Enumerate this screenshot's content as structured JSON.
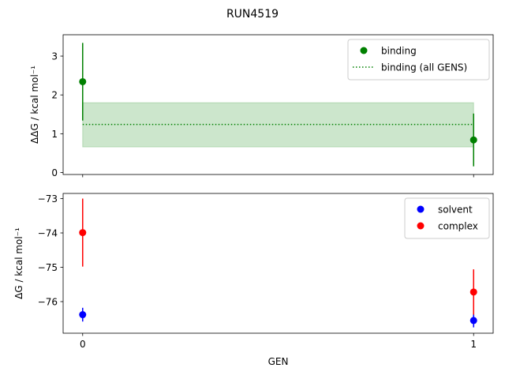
{
  "figure_title": "RUN4519",
  "chart_data": [
    {
      "type": "scatter",
      "panel": "top",
      "xlabel": "",
      "ylabel": "ΔΔG / kcal mol⁻¹",
      "xlim": [
        -0.05,
        1.05
      ],
      "ylim": [
        -0.05,
        3.55
      ],
      "yticks": [
        0,
        1,
        2,
        3
      ],
      "xticks": [
        0,
        1
      ],
      "xtick_labels_visible": false,
      "grid": false,
      "legend_position": "top-right",
      "series": [
        {
          "name": "binding",
          "kind": "points",
          "color": "#008000",
          "x": [
            0,
            1
          ],
          "y": [
            2.34,
            0.84
          ],
          "yerr": [
            1.0,
            0.68
          ]
        },
        {
          "name": "binding (all GENS)",
          "kind": "hline-dotted",
          "color": "#008000",
          "x": [
            0,
            1
          ],
          "y": 1.24,
          "band": [
            0.66,
            1.8
          ],
          "band_color": "#008000"
        }
      ]
    },
    {
      "type": "scatter",
      "panel": "bottom",
      "xlabel": "GEN",
      "ylabel": "ΔG / kcal mol⁻¹",
      "xlim": [
        -0.05,
        1.05
      ],
      "ylim": [
        -76.92,
        -72.85
      ],
      "yticks": [
        -76,
        -75,
        -74,
        -73
      ],
      "ytick_labels": [
        "−76",
        "−75",
        "−74",
        "−73"
      ],
      "xticks": [
        0,
        1
      ],
      "xtick_labels": [
        "0",
        "1"
      ],
      "grid": false,
      "legend_position": "top-right",
      "series": [
        {
          "name": "solvent",
          "color": "#0000ff",
          "x": [
            0,
            1
          ],
          "y": [
            -76.38,
            -76.55
          ],
          "yerr": [
            0.2,
            0.2
          ]
        },
        {
          "name": "complex",
          "color": "#ff0000",
          "x": [
            0,
            1
          ],
          "y": [
            -73.99,
            -75.72
          ],
          "yerr": [
            0.99,
            0.66
          ]
        }
      ]
    }
  ]
}
